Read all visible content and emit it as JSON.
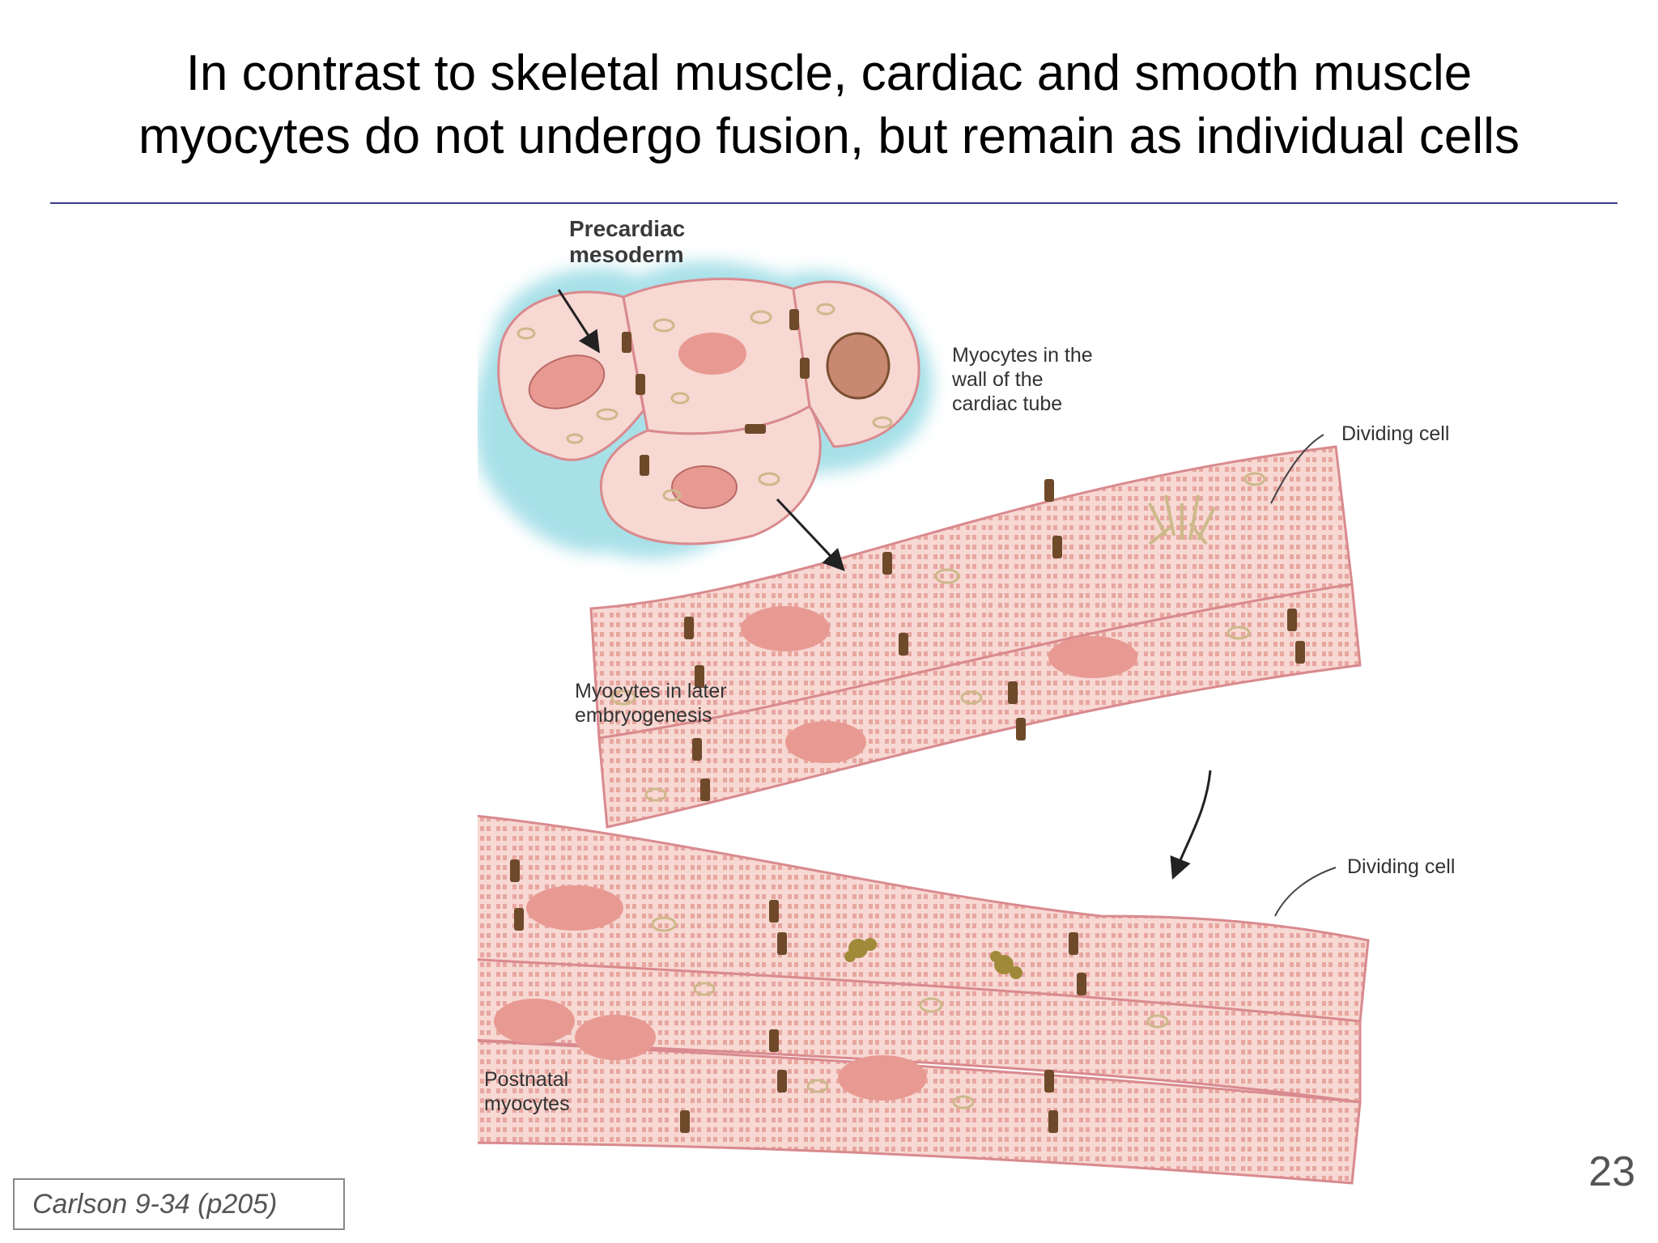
{
  "title": {
    "line1": "In contrast to skeletal muscle, cardiac and smooth muscle",
    "line2": "myocytes do not undergo fusion, but remain as individual cells"
  },
  "figure": {
    "labels": {
      "precardiac_1": "Precardiac",
      "precardiac_2": "mesoderm",
      "tube_1": "Myocytes in the",
      "tube_2": "wall of the",
      "tube_3": "cardiac tube",
      "dividing_1": "Dividing cell",
      "later_1": "Myocytes in later",
      "later_2": "embryogenesis",
      "dividing_2": "Dividing cell",
      "postnatal_1": "Postnatal",
      "postnatal_2": "myocytes"
    },
    "colors": {
      "cell_fill": "#f7d8d3",
      "cell_outline": "#d98a8e",
      "nucleus": "#e89a92",
      "junction": "#6e4a2a",
      "halo": "#9fdde6"
    }
  },
  "citation": "Carlson 9-34 (p205)",
  "page_number": "23"
}
